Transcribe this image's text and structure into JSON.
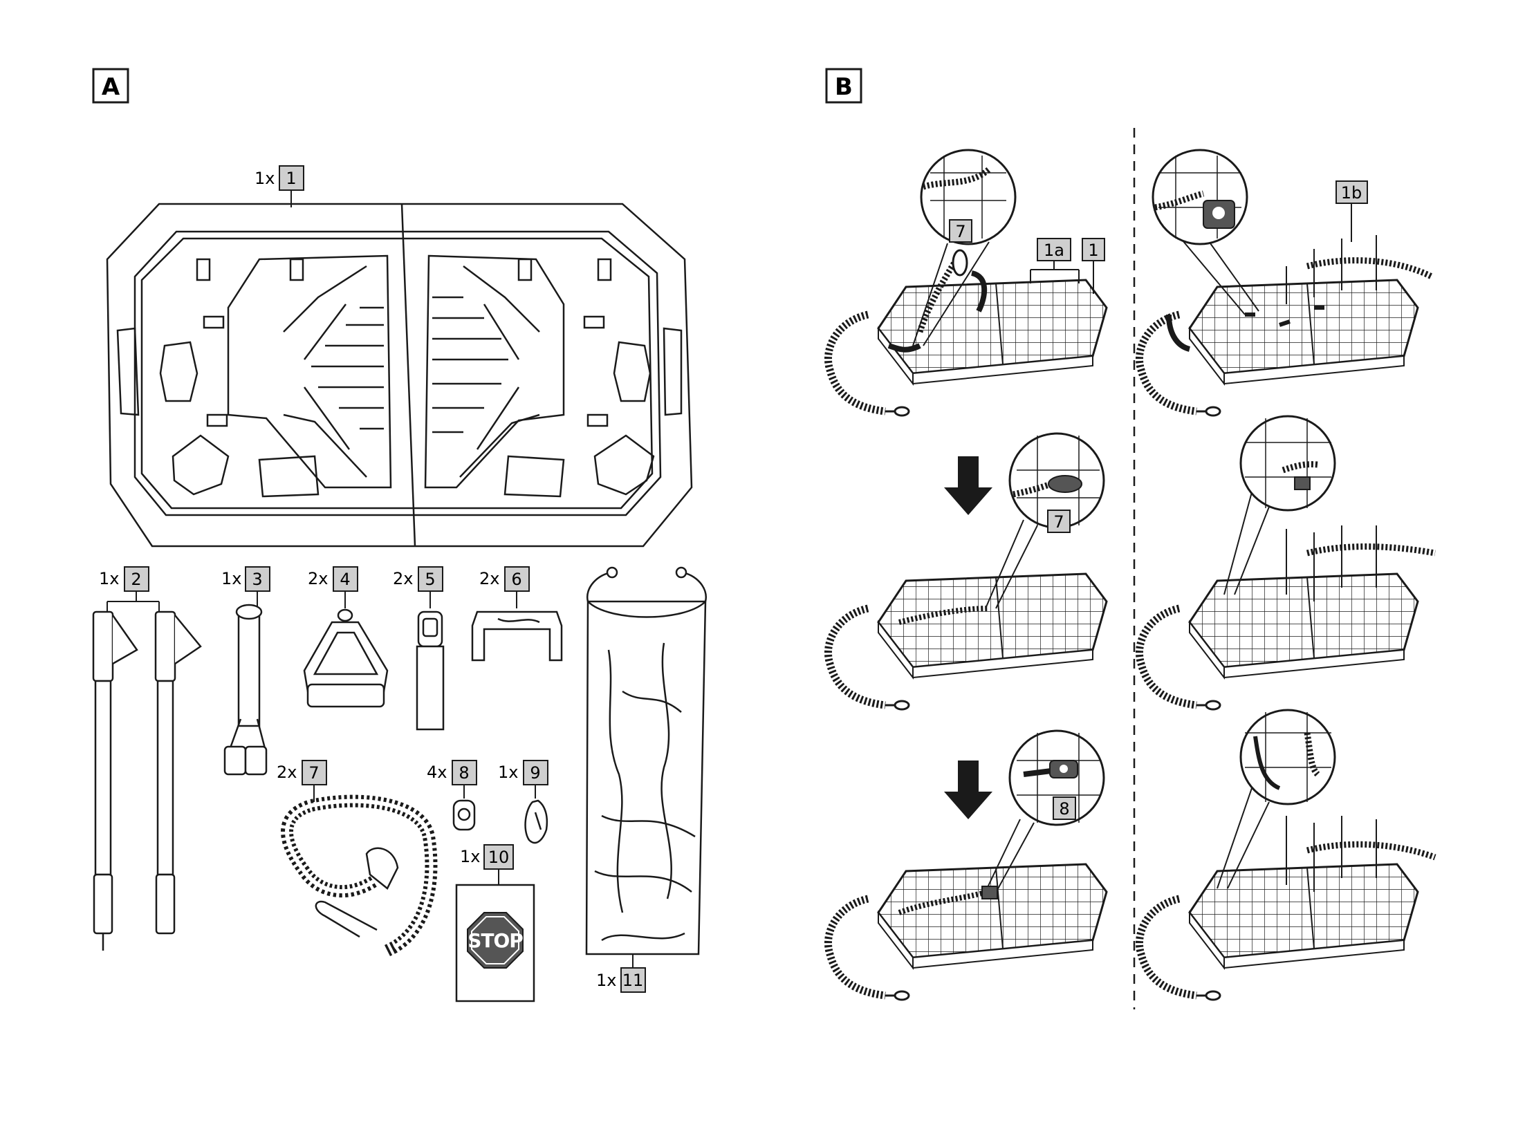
{
  "section_a": {
    "label": "A"
  },
  "section_b": {
    "label": "B"
  },
  "parts": [
    {
      "qty": "1x",
      "num": "1"
    },
    {
      "qty": "1x",
      "num": "2"
    },
    {
      "qty": "1x",
      "num": "3"
    },
    {
      "qty": "2x",
      "num": "4"
    },
    {
      "qty": "2x",
      "num": "5"
    },
    {
      "qty": "2x",
      "num": "6"
    },
    {
      "qty": "2x",
      "num": "7"
    },
    {
      "qty": "4x",
      "num": "8"
    },
    {
      "qty": "1x",
      "num": "9"
    },
    {
      "qty": "1x",
      "num": "10"
    },
    {
      "qty": "1x",
      "num": "11"
    }
  ],
  "stop_sign": {
    "text": "STOP"
  },
  "callouts": {
    "step1_part": "7",
    "step1_board_a": "1a",
    "step1_board": "1",
    "step2_part": "7",
    "step3_part": "8",
    "right_step1_board_b": "1b"
  },
  "colors": {
    "ink": "#1a1a1a",
    "label_fill": "#cfcfcf",
    "part_dark": "#555555"
  }
}
